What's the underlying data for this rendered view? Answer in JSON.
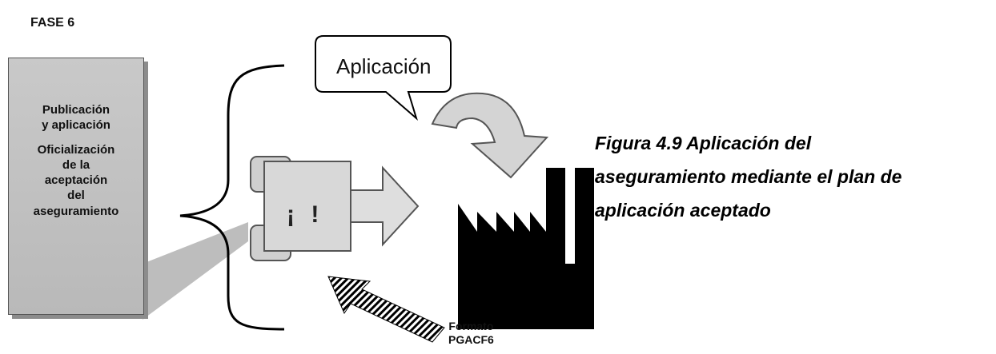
{
  "phase": {
    "label": "FASE 6"
  },
  "left_box": {
    "lines": [
      "Publicación",
      "y aplicación",
      "Oficialización",
      "de la",
      "aceptación",
      "del",
      "aseguramiento"
    ]
  },
  "speech_bubble": {
    "text": "Aplicación"
  },
  "tool": {
    "symbol": "¡ !"
  },
  "format_label": {
    "line1": "Formato",
    "line2": "PGACF6"
  },
  "caption": {
    "line1": "Figura 4.9  Aplicación del",
    "line2": "aseguramiento mediante el plan de",
    "line3": "aplicación aceptado"
  },
  "colors": {
    "box_fill": "#c3c3c3",
    "arrow_fill": "#d4d4d4",
    "factory": "#000000",
    "outline": "#555555"
  }
}
